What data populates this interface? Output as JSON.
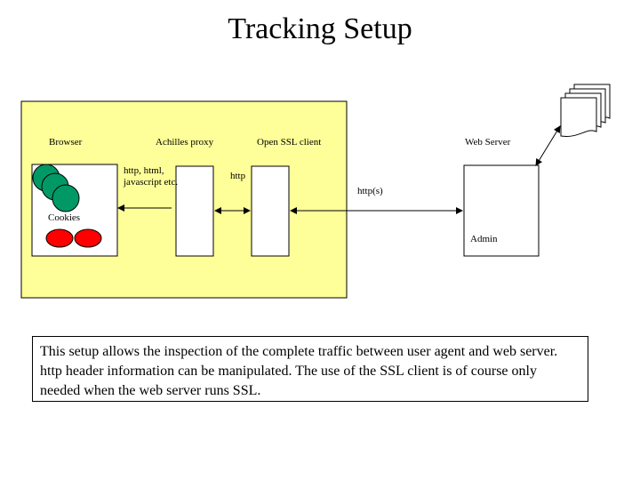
{
  "title": "Tracking Setup",
  "labels": {
    "browser": "Browser",
    "achilles_proxy": "Achilles proxy",
    "openssl_client": "Open SSL client",
    "web_server": "Web Server",
    "proxy_traffic": "http, html,\njavascript etc.",
    "http": "http",
    "https": "http(s)",
    "cookies": "Cookies",
    "admin": "Admin"
  },
  "caption": "This setup allows the inspection of the complete traffic between user agent and web server. http header information can be manipulated. The use of the SSL client is of course only needed when the web server runs SSL.",
  "colors": {
    "panel": "#ffff99",
    "green_circles": "#009966",
    "red_ellipses": "#ff0000"
  }
}
